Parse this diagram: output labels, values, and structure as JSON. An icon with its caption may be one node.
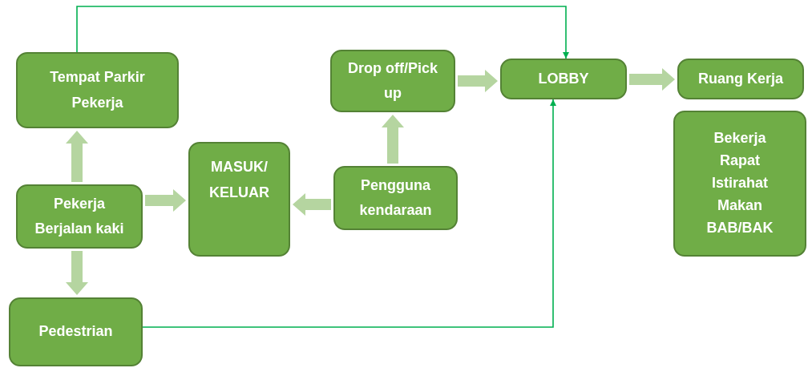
{
  "diagram": {
    "nodes": [
      {
        "text": [
          "Tempat Parkir Pekerja"
        ]
      },
      {
        "text": [
          "Drop off/Pick up"
        ]
      },
      {
        "text": [
          "LOBBY"
        ]
      },
      {
        "text": [
          "Ruang Kerja"
        ]
      },
      {
        "text": [
          "MASUK/ KELUAR"
        ]
      },
      {
        "text": [
          "Pekerja Berjalan kaki"
        ]
      },
      {
        "text": [
          "Pengguna kendaraan"
        ]
      },
      {
        "text": [
          "Bekerja",
          "Rapat",
          "Istirahat",
          "Makan",
          "BAB/BAK"
        ]
      },
      {
        "text": [
          "Pedestrian"
        ]
      }
    ],
    "edges": [
      {
        "from": 5,
        "to": 0,
        "arrow": "to",
        "style": "thick"
      },
      {
        "from": 5,
        "to": 4,
        "arrow": "to",
        "style": "thick"
      },
      {
        "from": 5,
        "to": 8,
        "arrow": "to",
        "style": "thick"
      },
      {
        "from": 6,
        "to": 4,
        "arrow": "to",
        "style": "thick"
      },
      {
        "from": 6,
        "to": 1,
        "arrow": "to",
        "style": "thick"
      },
      {
        "from": 1,
        "to": 2,
        "arrow": "to",
        "style": "thick"
      },
      {
        "from": 2,
        "to": 3,
        "arrow": "to",
        "style": "thick"
      },
      {
        "from": 0,
        "to": 2,
        "arrow": "to",
        "color": "#00b050"
      },
      {
        "from": 8,
        "to": 2,
        "arrow": "to",
        "color": "#00b050"
      }
    ]
  }
}
